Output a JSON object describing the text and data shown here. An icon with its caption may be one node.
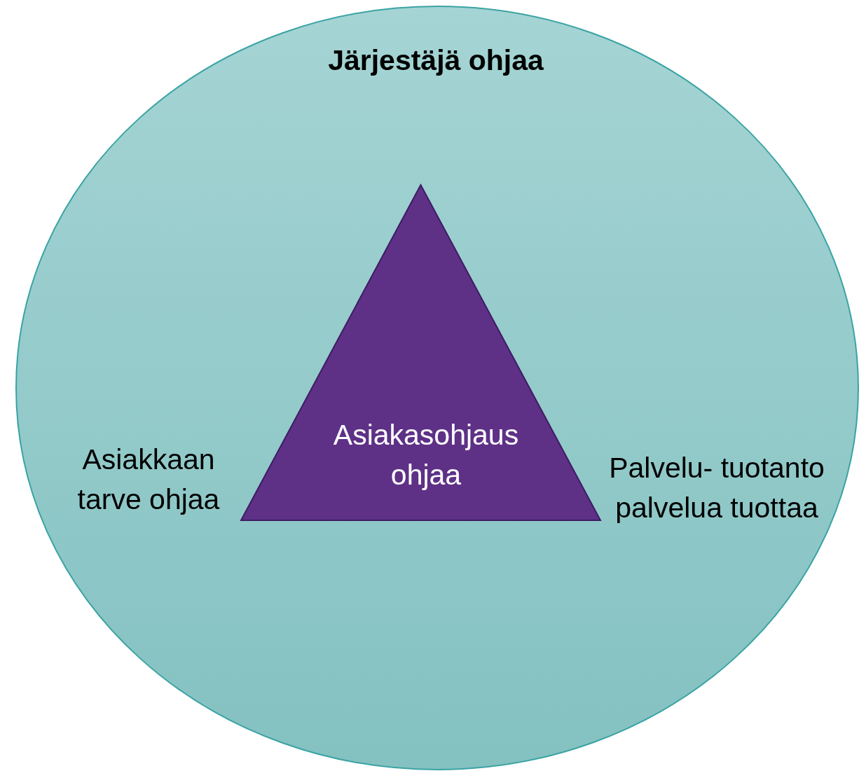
{
  "diagram": {
    "nodes": [
      {
        "text": [
          "Järjestäjä ohjaa"
        ]
      },
      {
        "text": [
          "Asiakasohjaus ohjaa"
        ],
        "in": 0
      }
    ],
    "edges": [],
    "labels": [
      "Asiakkaan tarve ohjaa",
      "Palvelu- tuotanto palvelua tuottaa"
    ]
  }
}
